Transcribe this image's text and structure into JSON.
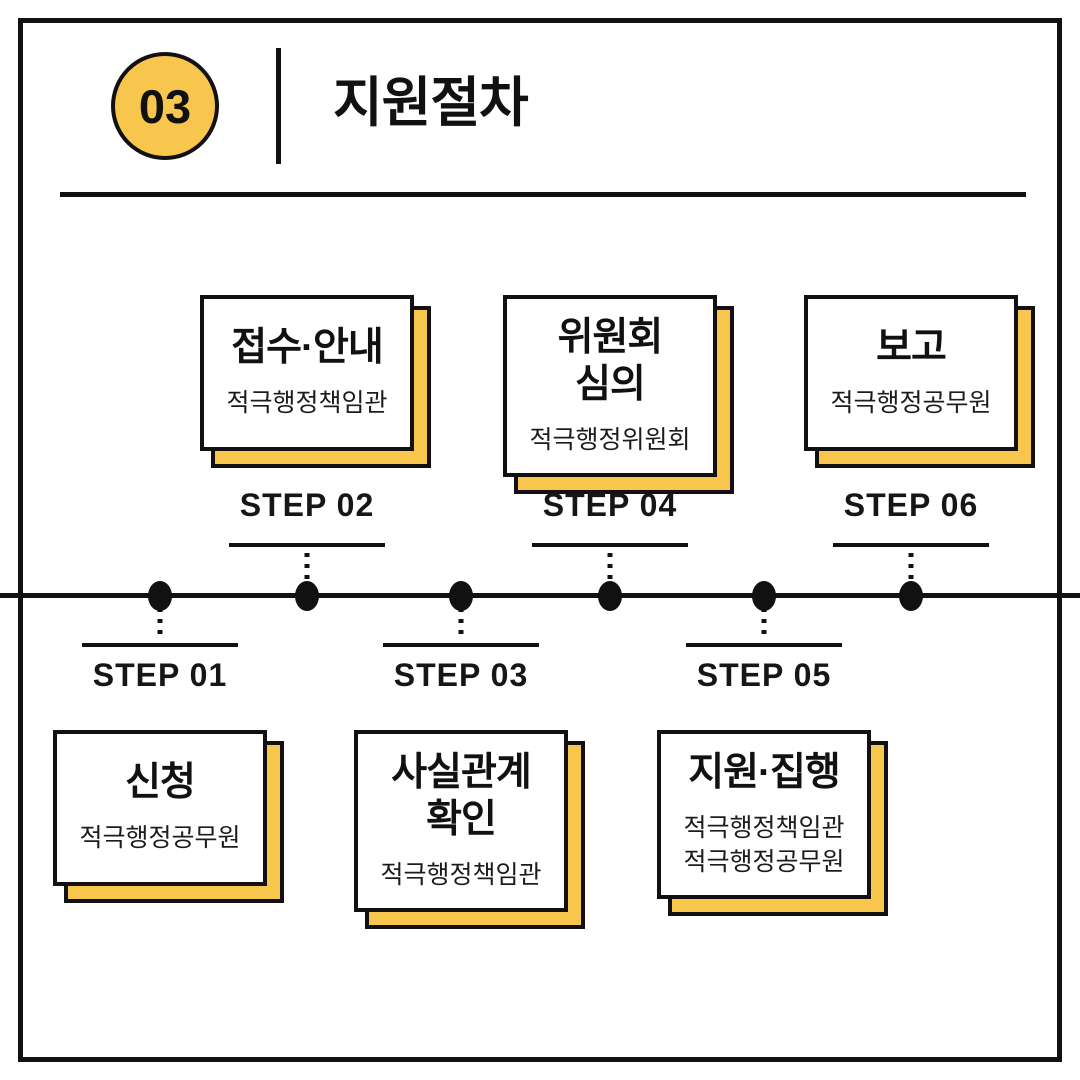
{
  "colors": {
    "accent_yellow": "#F9C64D",
    "ink": "#111111"
  },
  "header": {
    "badge": "03",
    "title": "지원절차"
  },
  "timeline": {
    "steps": [
      {
        "label": "STEP 01",
        "title": "신청",
        "subtitle": "적극행정공무원",
        "side": "below"
      },
      {
        "label": "STEP 02",
        "title": "접수·안내",
        "subtitle": "적극행정책임관",
        "side": "above"
      },
      {
        "label": "STEP 03",
        "title": "사실관계\n확인",
        "subtitle": "적극행정책임관",
        "side": "below"
      },
      {
        "label": "STEP 04",
        "title": "위원회\n심의",
        "subtitle": "적극행정위원회",
        "side": "above"
      },
      {
        "label": "STEP 05",
        "title": "지원·집행",
        "subtitle": "적극행정책임관\n적극행정공무원",
        "side": "below"
      },
      {
        "label": "STEP 06",
        "title": "보고",
        "subtitle": "적극행정공무원",
        "side": "above"
      }
    ]
  }
}
